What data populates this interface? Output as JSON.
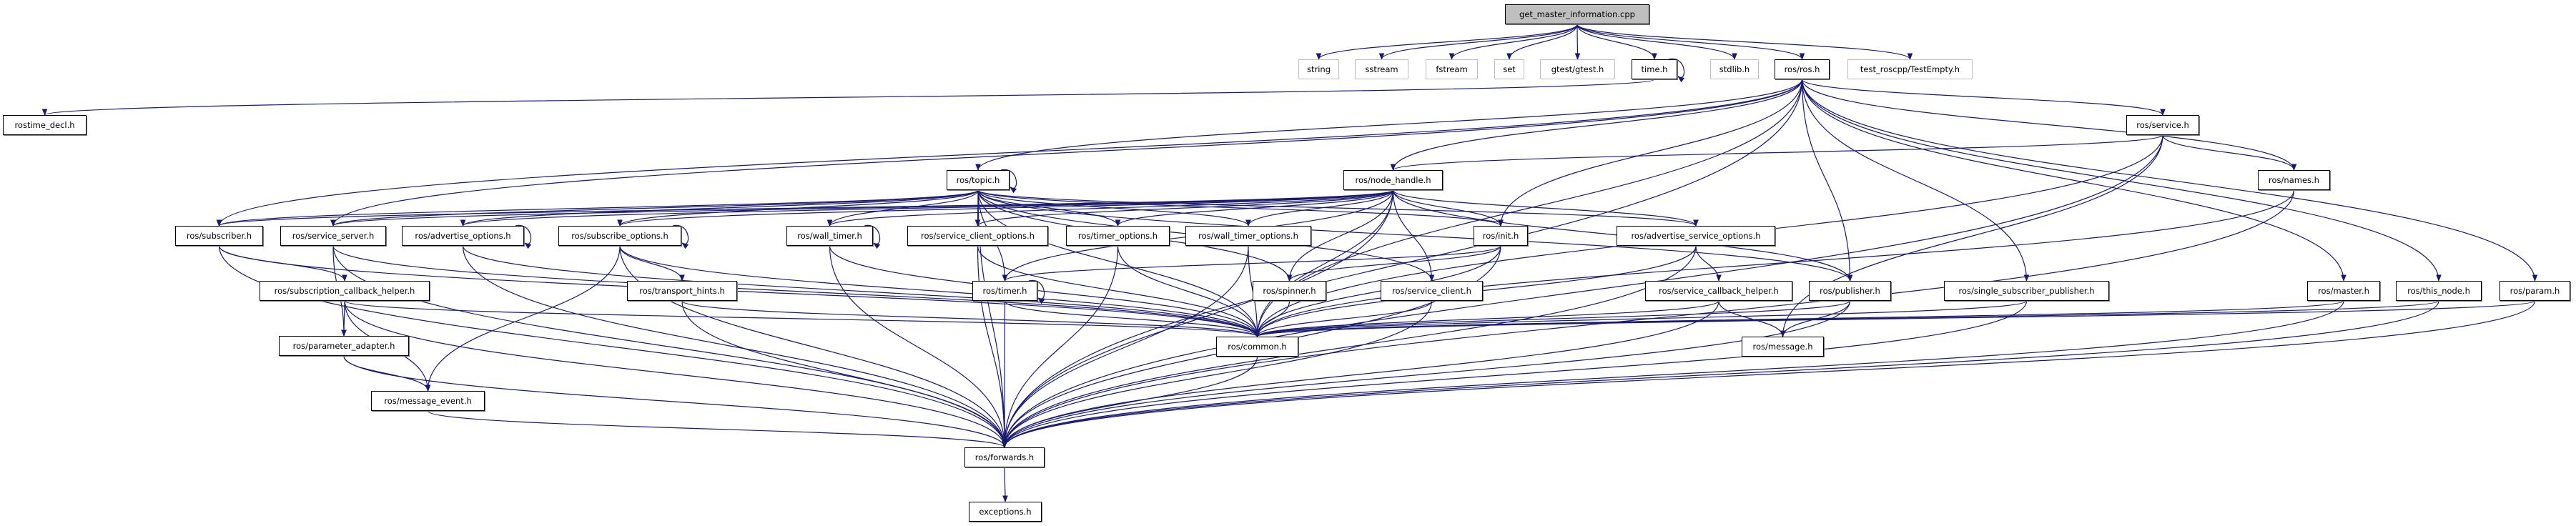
{
  "graph": {
    "edge_color": "#191970",
    "root_fill": "#bfbfbf",
    "external_border": "#bfbfbf",
    "nodes": [
      {
        "label": "get_master_information.cpp",
        "kind": "root"
      },
      {
        "label": "string",
        "kind": "external"
      },
      {
        "label": "sstream",
        "kind": "external"
      },
      {
        "label": "fstream",
        "kind": "external"
      },
      {
        "label": "set",
        "kind": "external"
      },
      {
        "label": "gtest/gtest.h",
        "kind": "external"
      },
      {
        "label": "time.h",
        "kind": "normal"
      },
      {
        "label": "stdlib.h",
        "kind": "external"
      },
      {
        "label": "ros/ros.h",
        "kind": "normal"
      },
      {
        "label": "test_roscpp/TestEmpty.h",
        "kind": "external"
      },
      {
        "label": "rostime_decl.h",
        "kind": "normal"
      },
      {
        "label": "ros/service.h",
        "kind": "normal"
      },
      {
        "label": "ros/topic.h",
        "kind": "normal"
      },
      {
        "label": "ros/node_handle.h",
        "kind": "normal"
      },
      {
        "label": "ros/names.h",
        "kind": "normal"
      },
      {
        "label": "ros/subscriber.h",
        "kind": "normal"
      },
      {
        "label": "ros/service_server.h",
        "kind": "normal"
      },
      {
        "label": "ros/advertise_options.h",
        "kind": "normal"
      },
      {
        "label": "ros/subscribe_options.h",
        "kind": "normal"
      },
      {
        "label": "ros/wall_timer.h",
        "kind": "normal"
      },
      {
        "label": "ros/service_client_options.h",
        "kind": "normal"
      },
      {
        "label": "ros/timer_options.h",
        "kind": "normal"
      },
      {
        "label": "ros/wall_timer_options.h",
        "kind": "normal"
      },
      {
        "label": "ros/init.h",
        "kind": "normal"
      },
      {
        "label": "ros/advertise_service_options.h",
        "kind": "normal"
      },
      {
        "label": "ros/subscription_callback_helper.h",
        "kind": "normal"
      },
      {
        "label": "ros/transport_hints.h",
        "kind": "normal"
      },
      {
        "label": "ros/timer.h",
        "kind": "normal"
      },
      {
        "label": "ros/spinner.h",
        "kind": "normal"
      },
      {
        "label": "ros/service_client.h",
        "kind": "normal"
      },
      {
        "label": "ros/service_callback_helper.h",
        "kind": "normal"
      },
      {
        "label": "ros/publisher.h",
        "kind": "normal"
      },
      {
        "label": "ros/single_subscriber_publisher.h",
        "kind": "normal"
      },
      {
        "label": "ros/master.h",
        "kind": "normal"
      },
      {
        "label": "ros/this_node.h",
        "kind": "normal"
      },
      {
        "label": "ros/param.h",
        "kind": "normal"
      },
      {
        "label": "ros/parameter_adapter.h",
        "kind": "normal"
      },
      {
        "label": "ros/common.h",
        "kind": "normal"
      },
      {
        "label": "ros/message.h",
        "kind": "normal"
      },
      {
        "label": "ros/message_event.h",
        "kind": "normal"
      },
      {
        "label": "ros/forwards.h",
        "kind": "normal"
      },
      {
        "label": "exceptions.h",
        "kind": "normal"
      }
    ],
    "edges": [
      [
        "get_master_information.cpp",
        "string"
      ],
      [
        "get_master_information.cpp",
        "sstream"
      ],
      [
        "get_master_information.cpp",
        "fstream"
      ],
      [
        "get_master_information.cpp",
        "set"
      ],
      [
        "get_master_information.cpp",
        "gtest/gtest.h"
      ],
      [
        "get_master_information.cpp",
        "time.h"
      ],
      [
        "get_master_information.cpp",
        "stdlib.h"
      ],
      [
        "get_master_information.cpp",
        "ros/ros.h"
      ],
      [
        "get_master_information.cpp",
        "test_roscpp/TestEmpty.h"
      ],
      [
        "time.h",
        "time.h"
      ],
      [
        "time.h",
        "rostime_decl.h"
      ],
      [
        "ros/ros.h",
        "ros/topic.h"
      ],
      [
        "ros/ros.h",
        "ros/node_handle.h"
      ],
      [
        "ros/ros.h",
        "ros/init.h"
      ],
      [
        "ros/ros.h",
        "ros/publisher.h"
      ],
      [
        "ros/ros.h",
        "ros/single_subscriber_publisher.h"
      ],
      [
        "ros/ros.h",
        "ros/service_server.h"
      ],
      [
        "ros/ros.h",
        "ros/subscriber.h"
      ],
      [
        "ros/ros.h",
        "ros/service.h"
      ],
      [
        "ros/ros.h",
        "ros/names.h"
      ],
      [
        "ros/ros.h",
        "ros/master.h"
      ],
      [
        "ros/ros.h",
        "ros/this_node.h"
      ],
      [
        "ros/ros.h",
        "ros/param.h"
      ],
      [
        "ros/ros.h",
        "ros/common.h"
      ],
      [
        "ros/ros.h",
        "ros/forwards.h"
      ],
      [
        "ros/service.h",
        "ros/node_handle.h"
      ],
      [
        "ros/service.h",
        "ros/names.h"
      ],
      [
        "ros/service.h",
        "ros/common.h"
      ],
      [
        "ros/service.h",
        "ros/forwards.h"
      ],
      [
        "ros/service.h",
        "ros/message.h"
      ],
      [
        "ros/topic.h",
        "ros/topic.h"
      ],
      [
        "ros/topic.h",
        "ros/subscriber.h"
      ],
      [
        "ros/topic.h",
        "ros/service_server.h"
      ],
      [
        "ros/topic.h",
        "ros/advertise_options.h"
      ],
      [
        "ros/topic.h",
        "ros/subscribe_options.h"
      ],
      [
        "ros/topic.h",
        "ros/wall_timer.h"
      ],
      [
        "ros/topic.h",
        "ros/service_client_options.h"
      ],
      [
        "ros/topic.h",
        "ros/timer_options.h"
      ],
      [
        "ros/topic.h",
        "ros/wall_timer_options.h"
      ],
      [
        "ros/topic.h",
        "ros/init.h"
      ],
      [
        "ros/topic.h",
        "ros/advertise_service_options.h"
      ],
      [
        "ros/topic.h",
        "ros/publisher.h"
      ],
      [
        "ros/topic.h",
        "ros/service_client.h"
      ],
      [
        "ros/topic.h",
        "ros/timer.h"
      ],
      [
        "ros/topic.h",
        "ros/spinner.h"
      ],
      [
        "ros/topic.h",
        "ros/common.h"
      ],
      [
        "ros/topic.h",
        "ros/forwards.h"
      ],
      [
        "ros/node_handle.h",
        "ros/subscriber.h"
      ],
      [
        "ros/node_handle.h",
        "ros/service_server.h"
      ],
      [
        "ros/node_handle.h",
        "ros/advertise_options.h"
      ],
      [
        "ros/node_handle.h",
        "ros/subscribe_options.h"
      ],
      [
        "ros/node_handle.h",
        "ros/wall_timer.h"
      ],
      [
        "ros/node_handle.h",
        "ros/service_client_options.h"
      ],
      [
        "ros/node_handle.h",
        "ros/timer_options.h"
      ],
      [
        "ros/node_handle.h",
        "ros/wall_timer_options.h"
      ],
      [
        "ros/node_handle.h",
        "ros/init.h"
      ],
      [
        "ros/node_handle.h",
        "ros/advertise_service_options.h"
      ],
      [
        "ros/node_handle.h",
        "ros/publisher.h"
      ],
      [
        "ros/node_handle.h",
        "ros/service_client.h"
      ],
      [
        "ros/node_handle.h",
        "ros/timer.h"
      ],
      [
        "ros/node_handle.h",
        "ros/spinner.h"
      ],
      [
        "ros/node_handle.h",
        "ros/common.h"
      ],
      [
        "ros/node_handle.h",
        "ros/forwards.h"
      ],
      [
        "ros/names.h",
        "ros/common.h"
      ],
      [
        "ros/names.h",
        "ros/forwards.h"
      ],
      [
        "ros/subscriber.h",
        "ros/subscription_callback_helper.h"
      ],
      [
        "ros/subscriber.h",
        "ros/common.h"
      ],
      [
        "ros/subscriber.h",
        "ros/forwards.h"
      ],
      [
        "ros/service_server.h",
        "ros/common.h"
      ],
      [
        "ros/service_server.h",
        "ros/forwards.h"
      ],
      [
        "ros/service_server.h",
        "ros/parameter_adapter.h"
      ],
      [
        "ros/advertise_options.h",
        "ros/advertise_options.h"
      ],
      [
        "ros/advertise_options.h",
        "ros/common.h"
      ],
      [
        "ros/advertise_options.h",
        "ros/forwards.h"
      ],
      [
        "ros/subscribe_options.h",
        "ros/subscribe_options.h"
      ],
      [
        "ros/subscribe_options.h",
        "ros/transport_hints.h"
      ],
      [
        "ros/subscribe_options.h",
        "ros/message_event.h"
      ],
      [
        "ros/subscribe_options.h",
        "ros/common.h"
      ],
      [
        "ros/subscribe_options.h",
        "ros/forwards.h"
      ],
      [
        "ros/wall_timer.h",
        "ros/wall_timer.h"
      ],
      [
        "ros/wall_timer.h",
        "ros/common.h"
      ],
      [
        "ros/wall_timer.h",
        "ros/forwards.h"
      ],
      [
        "ros/service_client_options.h",
        "ros/common.h"
      ],
      [
        "ros/service_client_options.h",
        "ros/forwards.h"
      ],
      [
        "ros/timer_options.h",
        "ros/common.h"
      ],
      [
        "ros/timer_options.h",
        "ros/forwards.h"
      ],
      [
        "ros/wall_timer_options.h",
        "ros/common.h"
      ],
      [
        "ros/wall_timer_options.h",
        "ros/forwards.h"
      ],
      [
        "ros/init.h",
        "ros/spinner.h"
      ],
      [
        "ros/init.h",
        "ros/timer.h"
      ],
      [
        "ros/init.h",
        "ros/common.h"
      ],
      [
        "ros/init.h",
        "ros/forwards.h"
      ],
      [
        "ros/advertise_service_options.h",
        "ros/service_callback_helper.h"
      ],
      [
        "ros/advertise_service_options.h",
        "ros/common.h"
      ],
      [
        "ros/advertise_service_options.h",
        "ros/forwards.h"
      ],
      [
        "ros/subscription_callback_helper.h",
        "ros/parameter_adapter.h"
      ],
      [
        "ros/subscription_callback_helper.h",
        "ros/message_event.h"
      ],
      [
        "ros/subscription_callback_helper.h",
        "ros/common.h"
      ],
      [
        "ros/subscription_callback_helper.h",
        "ros/forwards.h"
      ],
      [
        "ros/transport_hints.h",
        "ros/common.h"
      ],
      [
        "ros/transport_hints.h",
        "ros/forwards.h"
      ],
      [
        "ros/timer.h",
        "ros/timer.h"
      ],
      [
        "ros/timer.h",
        "ros/common.h"
      ],
      [
        "ros/timer.h",
        "ros/forwards.h"
      ],
      [
        "ros/spinner.h",
        "ros/common.h"
      ],
      [
        "ros/service_client.h",
        "ros/common.h"
      ],
      [
        "ros/service_client.h",
        "ros/forwards.h"
      ],
      [
        "ros/service_callback_helper.h",
        "ros/common.h"
      ],
      [
        "ros/service_callback_helper.h",
        "ros/message.h"
      ],
      [
        "ros/service_callback_helper.h",
        "ros/forwards.h"
      ],
      [
        "ros/publisher.h",
        "ros/common.h"
      ],
      [
        "ros/publisher.h",
        "ros/message.h"
      ],
      [
        "ros/publisher.h",
        "ros/forwards.h"
      ],
      [
        "ros/single_subscriber_publisher.h",
        "ros/common.h"
      ],
      [
        "ros/single_subscriber_publisher.h",
        "ros/forwards.h"
      ],
      [
        "ros/master.h",
        "ros/common.h"
      ],
      [
        "ros/master.h",
        "ros/forwards.h"
      ],
      [
        "ros/this_node.h",
        "ros/common.h"
      ],
      [
        "ros/this_node.h",
        "ros/forwards.h"
      ],
      [
        "ros/param.h",
        "ros/common.h"
      ],
      [
        "ros/param.h",
        "ros/forwards.h"
      ],
      [
        "ros/parameter_adapter.h",
        "ros/message_event.h"
      ],
      [
        "ros/parameter_adapter.h",
        "ros/forwards.h"
      ],
      [
        "ros/message_event.h",
        "ros/forwards.h"
      ],
      [
        "ros/common.h",
        "ros/forwards.h"
      ],
      [
        "ros/forwards.h",
        "exceptions.h"
      ]
    ]
  }
}
